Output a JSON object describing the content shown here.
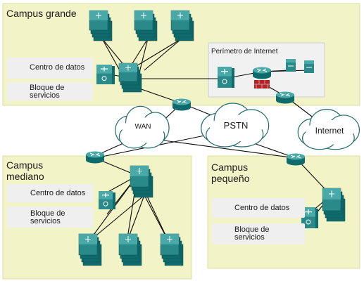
{
  "colors": {
    "zone_fill": "#f3f3c8",
    "zone_border": "#dcdca0",
    "device_dark": "#0f6b6b",
    "device_mid": "#2a8a8a",
    "device_light": "#49a8a8",
    "link": "#0a0a0a",
    "firewall": "#b02626",
    "cloud_stroke": "#1f6b6b"
  },
  "zones": {
    "campus_grande": {
      "title": "Campus grande"
    },
    "campus_mediano": {
      "title_line1": "Campus",
      "title_line2": "mediano"
    },
    "campus_pequeno": {
      "title_line1": "Campus",
      "title_line2": "pequeño"
    },
    "perimetro": {
      "title": "Perímetro de Internet"
    }
  },
  "services": {
    "grande_datacenter": "Centro de datos",
    "grande_bloque_l1": "Bloque de",
    "grande_bloque_l2": "servicios",
    "mediano_datacenter": "Centro de datos",
    "mediano_bloque_l1": "Bloque de",
    "mediano_bloque_l2": "servicios",
    "pequeno_datacenter": "Centro de datos",
    "pequeno_bloque_l1": "Bloque de",
    "pequeno_bloque_l2": "servicios"
  },
  "clouds": {
    "wan": "WAN",
    "pstn": "PSTN",
    "internet": "Internet"
  },
  "icons": {
    "switch": "multilayer-switch-icon",
    "router": "router-icon",
    "server": "server-icon",
    "firewall": "firewall-icon",
    "services": "services-module-icon"
  }
}
